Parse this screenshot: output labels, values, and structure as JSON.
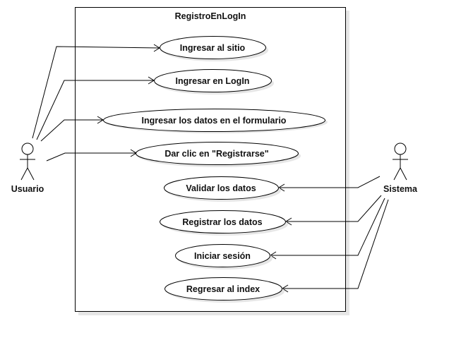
{
  "diagram": {
    "system_name": "RegistroEnLogIn",
    "actors": {
      "usuario": "Usuario",
      "sistema": "Sistema"
    },
    "use_cases": [
      "Ingresar al sitio",
      "Ingresar en LogIn",
      "Ingresar los datos en el formulario",
      "Dar clic en \"Registrarse\"",
      "Validar los datos",
      "Registrar los datos",
      "Iniciar sesión",
      "Regresar al index"
    ]
  }
}
